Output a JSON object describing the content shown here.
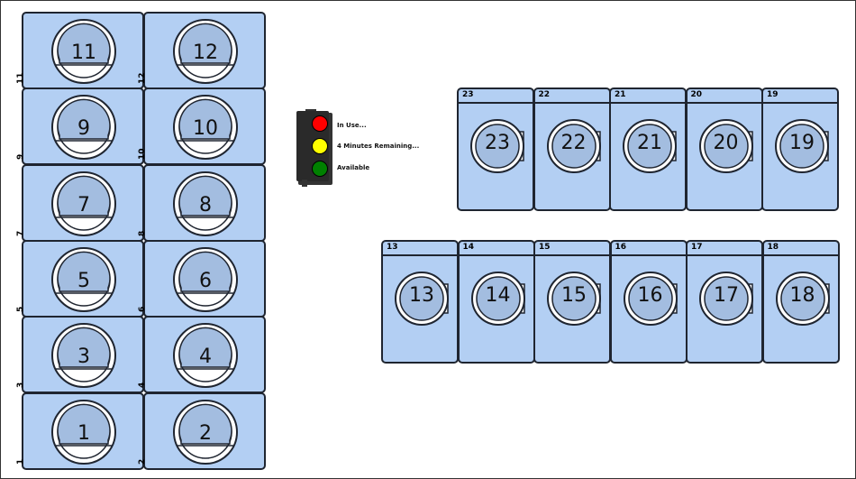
{
  "legend": {
    "in_use": "In Use...",
    "minutes_remaining": "4 Minutes Remaining...",
    "available": "Available",
    "colors": {
      "red": "#ff0000",
      "yellow": "#ffff00",
      "green": "#008000",
      "housing": "#333333"
    }
  },
  "colors": {
    "machine_fill": "#b3cff3",
    "door_fill": "#a3bde0",
    "outline": "#1f2530"
  },
  "stack_machines": [
    {
      "id": "11",
      "label": "11",
      "number": "11"
    },
    {
      "id": "12",
      "label": "12",
      "number": "12"
    },
    {
      "id": "9",
      "label": "9",
      "number": "9"
    },
    {
      "id": "10",
      "label": "10",
      "number": "10"
    },
    {
      "id": "7",
      "label": "7",
      "number": "7"
    },
    {
      "id": "8",
      "label": "8",
      "number": "8"
    },
    {
      "id": "5",
      "label": "5",
      "number": "5"
    },
    {
      "id": "6",
      "label": "6",
      "number": "6"
    },
    {
      "id": "3",
      "label": "3",
      "number": "3"
    },
    {
      "id": "4",
      "label": "4",
      "number": "4"
    },
    {
      "id": "1",
      "label": "1",
      "number": "1"
    },
    {
      "id": "2",
      "label": "2",
      "number": "2"
    }
  ],
  "top_row": [
    {
      "id": "23",
      "label": "23",
      "number": "23"
    },
    {
      "id": "22",
      "label": "22",
      "number": "22"
    },
    {
      "id": "21",
      "label": "21",
      "number": "21"
    },
    {
      "id": "20",
      "label": "20",
      "number": "20"
    },
    {
      "id": "19",
      "label": "19",
      "number": "19"
    }
  ],
  "bottom_row": [
    {
      "id": "13",
      "label": "13",
      "number": "13"
    },
    {
      "id": "14",
      "label": "14",
      "number": "14"
    },
    {
      "id": "15",
      "label": "15",
      "number": "15"
    },
    {
      "id": "16",
      "label": "16",
      "number": "16"
    },
    {
      "id": "17",
      "label": "17",
      "number": "17"
    },
    {
      "id": "18",
      "label": "18",
      "number": "18"
    }
  ]
}
